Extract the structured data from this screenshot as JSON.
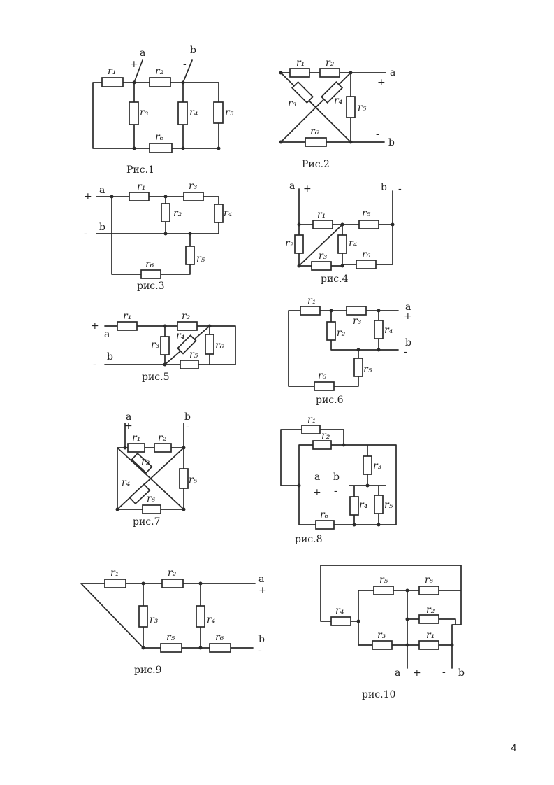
{
  "page_number": "4",
  "figures": [
    {
      "caption": "Рис.1",
      "a": "a",
      "b": "b",
      "plus": "+",
      "minus": "-",
      "r1": "r₁",
      "r2": "r₂",
      "r3": "r₃",
      "r4": "r₄",
      "r5": "r₅",
      "r6": "r₆"
    },
    {
      "caption": "Рис.2",
      "a": "a",
      "b": "b",
      "plus": "+",
      "minus": "-",
      "r1": "r₁",
      "r2": "r₂",
      "r3": "r₃",
      "r4": "r₄",
      "r5": "r₅",
      "r6": "r₆"
    },
    {
      "caption": "рис.3",
      "a": "a",
      "b": "b",
      "plus": "+",
      "minus": "-",
      "r1": "r₁",
      "r2": "r₂",
      "r3": "r₃",
      "r4": "r₄",
      "r5": "r₅",
      "r6": "r₆"
    },
    {
      "caption": "рис.4",
      "a": "a",
      "b": "b",
      "plus": "+",
      "minus": "-",
      "r1": "r₁",
      "r2": "r₂",
      "r3": "r₃",
      "r4": "r₄",
      "r5": "r₅",
      "r6": "r₆"
    },
    {
      "caption": "рис.5",
      "a": "a",
      "b": "b",
      "plus": "+",
      "minus": "-",
      "r1": "r₁",
      "r2": "r₂",
      "r3": "r₃",
      "r4": "r₄",
      "r5": "r₅",
      "r6": "r₆"
    },
    {
      "caption": "рис.6",
      "a": "a",
      "b": "b",
      "plus": "+",
      "minus": "-",
      "r1": "r₁",
      "r2": "r₂",
      "r3": "r₃",
      "r4": "r₄",
      "r5": "r₅",
      "r6": "r₆"
    },
    {
      "caption": "рис.7",
      "a": "a",
      "b": "b",
      "plus": "+",
      "minus": "-",
      "r1": "r₁",
      "r2": "r₂",
      "r3": "r₃",
      "r4": "r₄",
      "r5": "r₅",
      "r6": "r₆"
    },
    {
      "caption": "рис.8",
      "a": "a",
      "b": "b",
      "plus": "+",
      "minus": "-",
      "r1": "r₁",
      "r2": "r₂",
      "r3": "r₃",
      "r4": "r₄",
      "r5": "r₅",
      "r6": "r₆"
    },
    {
      "caption": "рис.9",
      "a": "a",
      "b": "b",
      "plus": "+",
      "minus": "-",
      "r1": "r₁",
      "r2": "r₂",
      "r3": "r₃",
      "r4": "r₄",
      "r5": "r₅",
      "r6": "r₆"
    },
    {
      "caption": "рис.10",
      "a": "a",
      "b": "b",
      "plus": "+",
      "minus": "-",
      "r1": "r₁",
      "r2": "r₂",
      "r3": "r₃",
      "r4": "r₄",
      "r5": "r₅",
      "r6": "r₆"
    }
  ]
}
